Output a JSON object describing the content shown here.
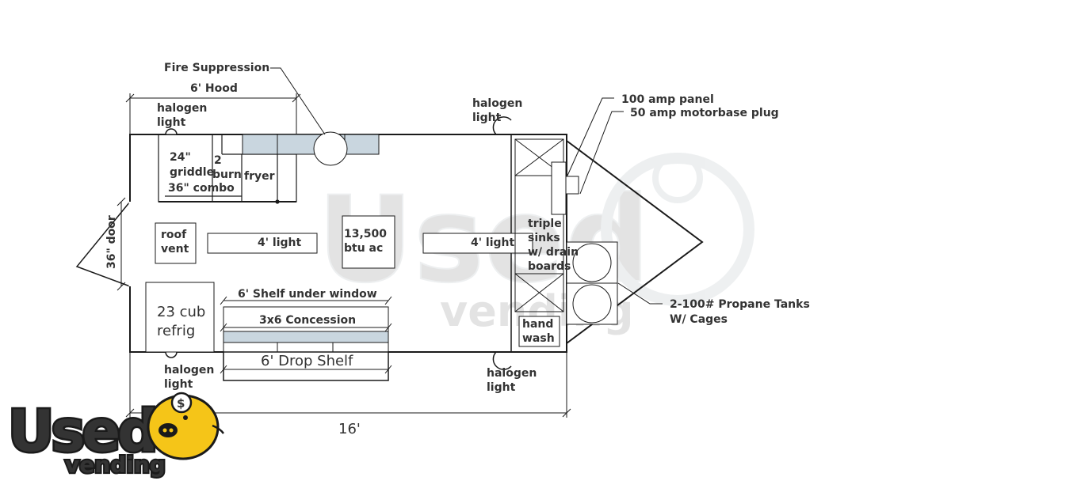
{
  "labels": {
    "fire_suppression": "Fire Suppression",
    "hood": "6' Hood",
    "halogen_light_top_left": [
      "halogen",
      "light"
    ],
    "halogen_light_top_right": [
      "halogen",
      "light"
    ],
    "halogen_light_bottom_left": [
      "halogen",
      "light"
    ],
    "halogen_light_bottom_right": [
      "halogen",
      "light"
    ],
    "amp_panel": "100 amp panel",
    "motorbase_plug": "50 amp motorbase plug",
    "griddle": [
      "24\"",
      "griddle",
      "36\" combo"
    ],
    "burn": [
      "2",
      "burn"
    ],
    "fryer": "fryer",
    "door": "36\" door",
    "roof_vent": [
      "roof",
      "vent"
    ],
    "light_left": "4' light",
    "ac": [
      "13,500",
      "btu ac"
    ],
    "light_right": "4' light",
    "sinks": [
      "triple",
      "sinks",
      "w/ drain",
      "boards"
    ],
    "propane": [
      "2-100# Propane Tanks",
      "W/ Cages"
    ],
    "refrig": [
      "23 cub",
      "refrig"
    ],
    "shelf_under_window": "6' Shelf under window",
    "concession": "3x6 Concession",
    "drop_shelf": "6' Drop Shelf",
    "hand_wash": [
      "hand",
      "wash"
    ],
    "length": "16'"
  },
  "watermark": {
    "word_top": "Used",
    "word_bottom": "vending"
  },
  "logo": {
    "word_top": "Used",
    "word_bottom": "vending",
    "color_fill": "#f5c518",
    "color_outline": "#1a1a1a"
  },
  "colors": {
    "line": "#1a1a1a",
    "equipment_fill": "#c9d6df",
    "text": "#333333"
  }
}
